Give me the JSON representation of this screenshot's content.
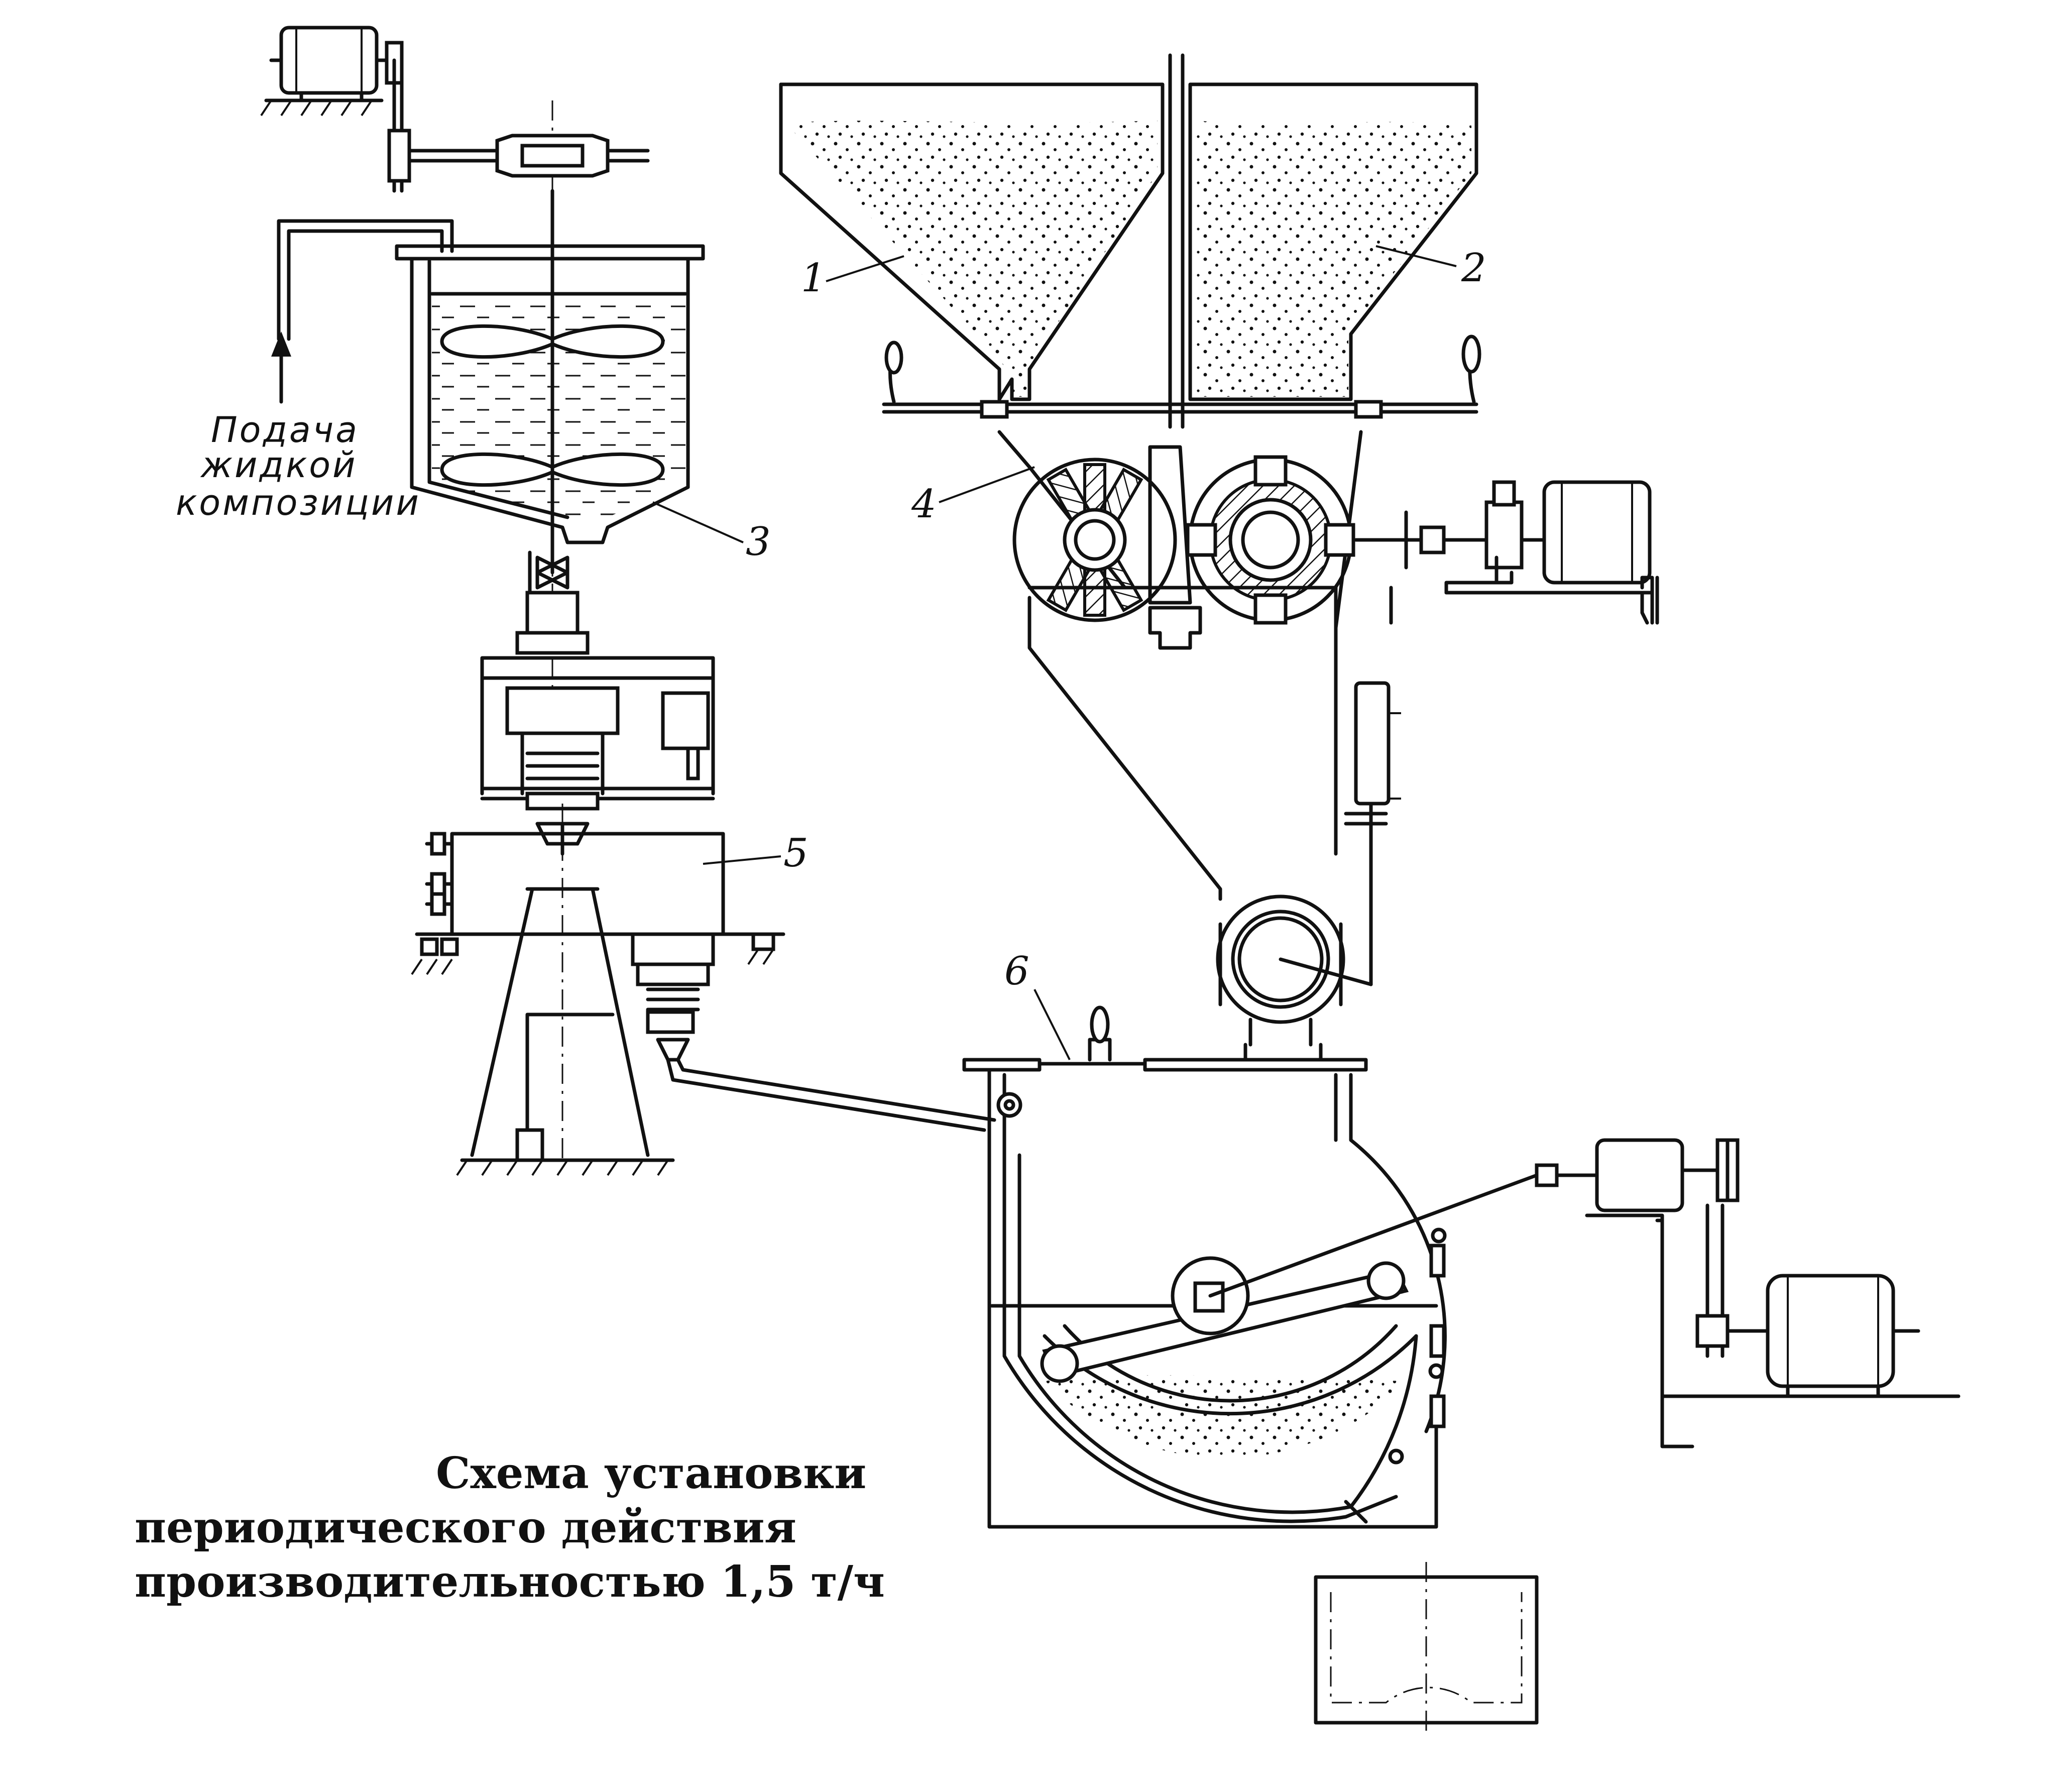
{
  "labels": {
    "l1": "1",
    "l2": "2",
    "l3": "3",
    "l4": "4",
    "l5": "5",
    "l6": "6"
  },
  "feed": {
    "line1": "Подача",
    "line2": "жидкой",
    "line3": "композиции"
  },
  "caption": {
    "line1": "Схема    установки",
    "line2": "периодического действия",
    "line3": "производительностью 1,5 т/ч"
  }
}
